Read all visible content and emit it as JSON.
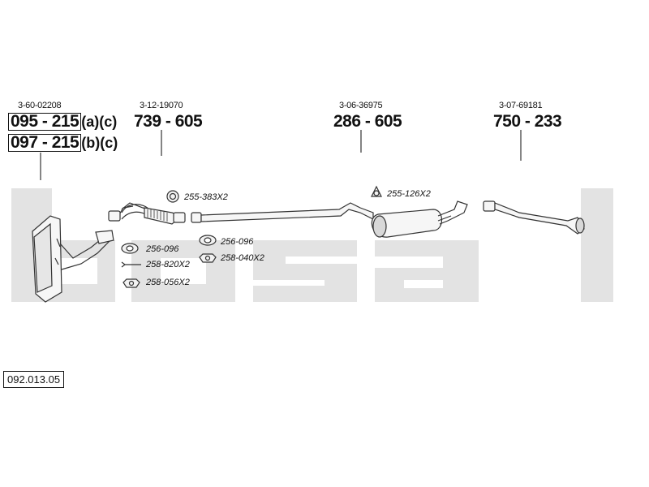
{
  "watermark": {
    "text": "bosal",
    "color": "#e3e3e3"
  },
  "parts": [
    {
      "oe": "3-60-02208",
      "pn1": "095 - 215",
      "suffix1": "(a)(c)",
      "pn2": "097 - 215",
      "suffix2": "(b)(c)"
    },
    {
      "oe": "3-12-19070",
      "pn": "739 - 605"
    },
    {
      "oe": "3-06-36975",
      "pn": "286 - 605"
    },
    {
      "oe": "3-07-69181",
      "pn": "750 - 233"
    }
  ],
  "accessories": {
    "a1": "255-383X2",
    "a2": "255-126X2",
    "a3": "256-096",
    "a4": "258-820X2",
    "a5": "258-056X2",
    "a6": "256-096",
    "a7": "258-040X2"
  },
  "drawing_code": "092.013.05",
  "colors": {
    "line": "#333333",
    "fill": "#f4f4f4",
    "shade": "#bdbdbd"
  }
}
